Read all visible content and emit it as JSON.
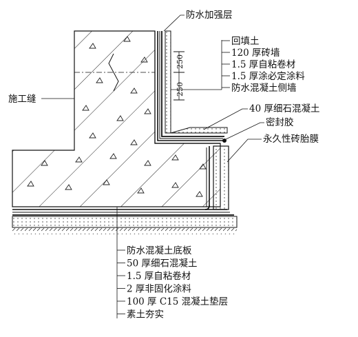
{
  "labels": {
    "reinforcement_layer": "防水加强层",
    "construction_joint": "施工缝",
    "dim_upper": "250",
    "dim_lower": "250"
  },
  "wall_layers": [
    "回填土",
    "120 厚砖墙",
    "1.5 厚自粘卷材",
    "1.5 厚涂必定涂料",
    "防水混凝土侧墙"
  ],
  "corner_layers": [
    "40 厚细石混凝土",
    "密封胶",
    "永久性砖胎膜"
  ],
  "floor_layers": [
    "防水混凝土底板",
    "50 厚细石混凝土",
    "1.5 厚自粘卷材",
    "2 厚非固化涂料",
    "100 厚 C15 混凝土垫层",
    "素土夯实"
  ]
}
